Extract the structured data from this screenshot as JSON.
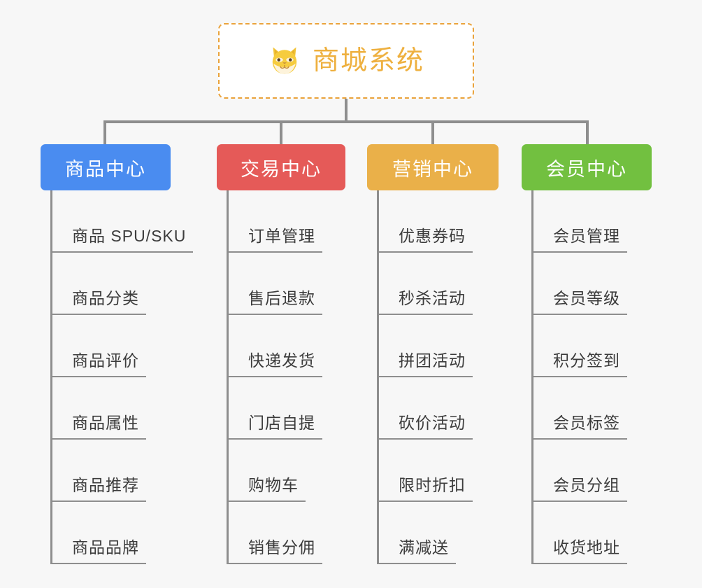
{
  "diagram": {
    "type": "org-chart",
    "background_color": "#f7f7f7",
    "connector_color": "#8e8e8e"
  },
  "root": {
    "title": "商城系统",
    "icon": "shiba-dog-icon",
    "text_color": "#eeb03f",
    "border_color": "#eaa33c"
  },
  "branches": [
    {
      "label": "商品中心",
      "color": "#4a8cf0",
      "leaves": [
        "商品 SPU/SKU",
        "商品分类",
        "商品评价",
        "商品属性",
        "商品推荐",
        "商品品牌"
      ]
    },
    {
      "label": "交易中心",
      "color": "#e55a58",
      "leaves": [
        "订单管理",
        "售后退款",
        "快递发货",
        "门店自提",
        "购物车",
        "销售分佣"
      ]
    },
    {
      "label": "营销中心",
      "color": "#eab049",
      "leaves": [
        "优惠券码",
        "秒杀活动",
        "拼团活动",
        "砍价活动",
        "限时折扣",
        "满减送"
      ]
    },
    {
      "label": "会员中心",
      "color": "#72c040",
      "leaves": [
        "会员管理",
        "会员等级",
        "积分签到",
        "会员标签",
        "会员分组",
        "收货地址"
      ]
    }
  ]
}
